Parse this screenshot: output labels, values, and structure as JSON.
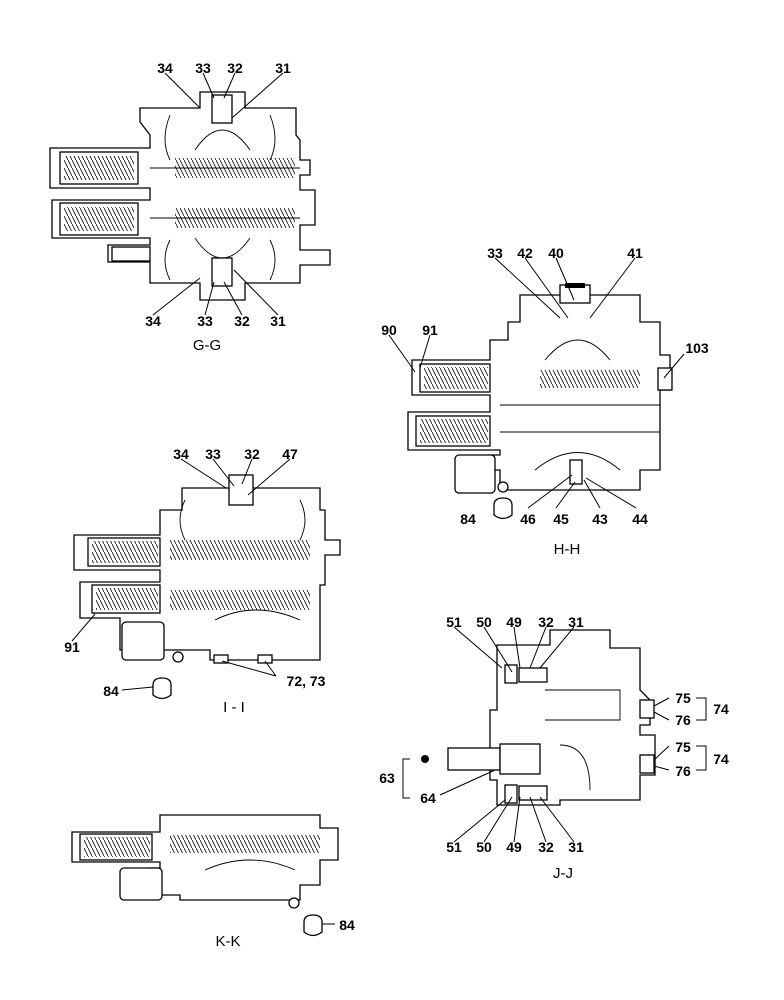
{
  "views": {
    "gg": {
      "title": "G-G",
      "top": [
        "34",
        "33",
        "32",
        "31"
      ],
      "bottom": [
        "34",
        "33",
        "32",
        "31"
      ]
    },
    "hh": {
      "title": "H-H",
      "top": [
        "33",
        "42",
        "40",
        "41"
      ],
      "left": [
        "90",
        "91"
      ],
      "right": "103",
      "bottom": [
        "84",
        "46",
        "45",
        "43",
        "44"
      ]
    },
    "ii": {
      "title": "I - I",
      "top": [
        "34",
        "33",
        "32",
        "47"
      ],
      "left": "91",
      "bottom_left": "84",
      "bottom_right": "72, 73"
    },
    "jj": {
      "title": "J-J",
      "top": [
        "51",
        "50",
        "49",
        "32",
        "31"
      ],
      "right_upper": [
        "75",
        "76",
        "74"
      ],
      "right_lower": [
        "75",
        "76",
        "74"
      ],
      "left": [
        "63",
        "64"
      ],
      "bottom": [
        "51",
        "50",
        "49",
        "32",
        "31"
      ]
    },
    "kk": {
      "title": "K-K",
      "right": "84"
    }
  }
}
